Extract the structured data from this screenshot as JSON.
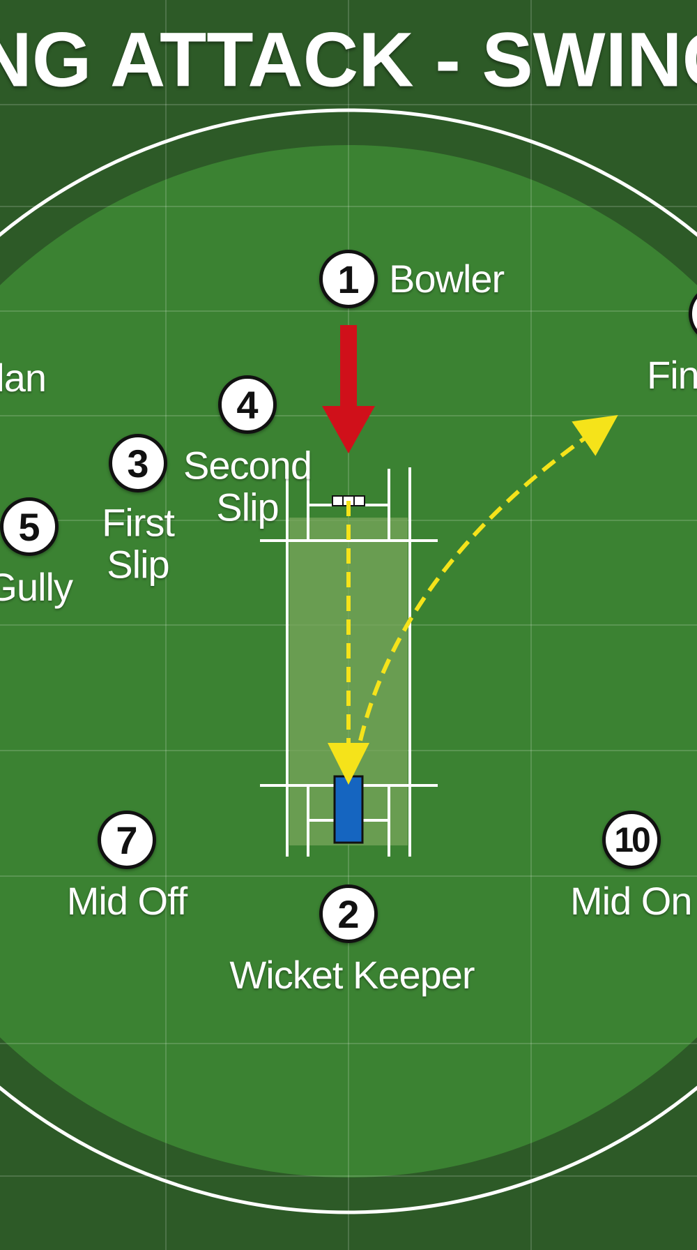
{
  "title": "ING ATTACK - SWING",
  "colors": {
    "outer_field": "#2d5a27",
    "inner_field": "#3b8232",
    "pitch": "#6a9a4c",
    "boundary": "#ffffff",
    "bowler_arrow": "#d0101a",
    "ball_path": "#f5e31a",
    "batter": "#1565c0"
  },
  "fielders": [
    {
      "id": "bowler",
      "number": "1",
      "label": "Bowler"
    },
    {
      "id": "wicket_keeper",
      "number": "2",
      "label": "Wicket Keeper"
    },
    {
      "id": "first_slip",
      "number": "3",
      "label": "First\nSlip"
    },
    {
      "id": "second_slip",
      "number": "4",
      "label": "Second\nSlip"
    },
    {
      "id": "gully",
      "number": "5",
      "label": "Gully"
    },
    {
      "id": "mid_off",
      "number": "7",
      "label": "Mid Off"
    },
    {
      "id": "mid_on",
      "number": "10",
      "label": "Mid On"
    },
    {
      "id": "fine",
      "number": "",
      "label": "Fin"
    },
    {
      "id": "left_cut",
      "number": "",
      "label": "lan"
    }
  ]
}
